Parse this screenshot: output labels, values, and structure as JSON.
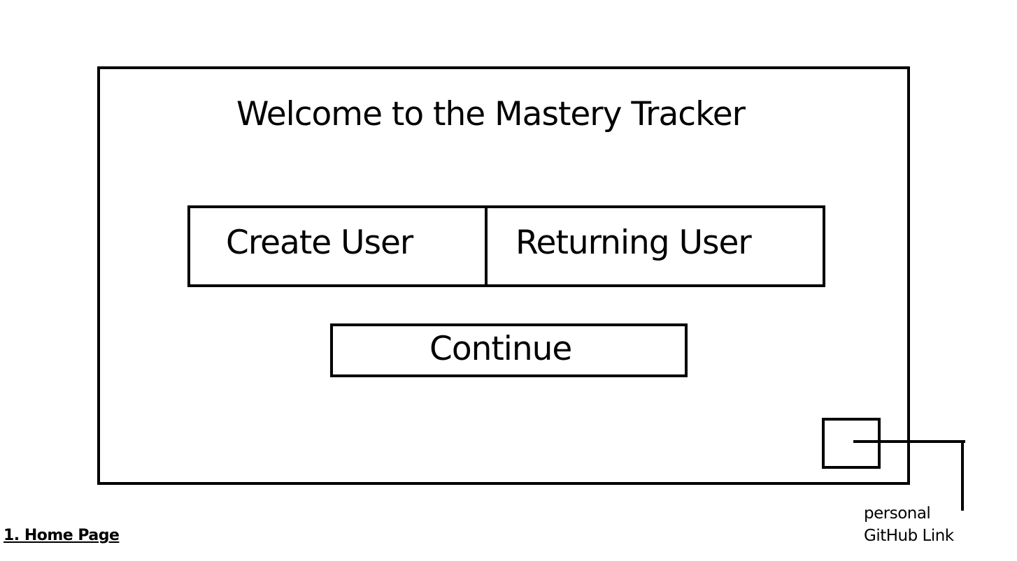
{
  "page": {
    "title": "Welcome to the Mastery Tracker",
    "caption": "1. Home Page"
  },
  "buttons": {
    "create_user": "Create User",
    "returning_user": "Returning User",
    "continue": "Continue"
  },
  "annotation": {
    "line1": "personal",
    "line2": "GitHub Link"
  },
  "colors": {
    "stroke": "#000000",
    "background": "#ffffff"
  }
}
